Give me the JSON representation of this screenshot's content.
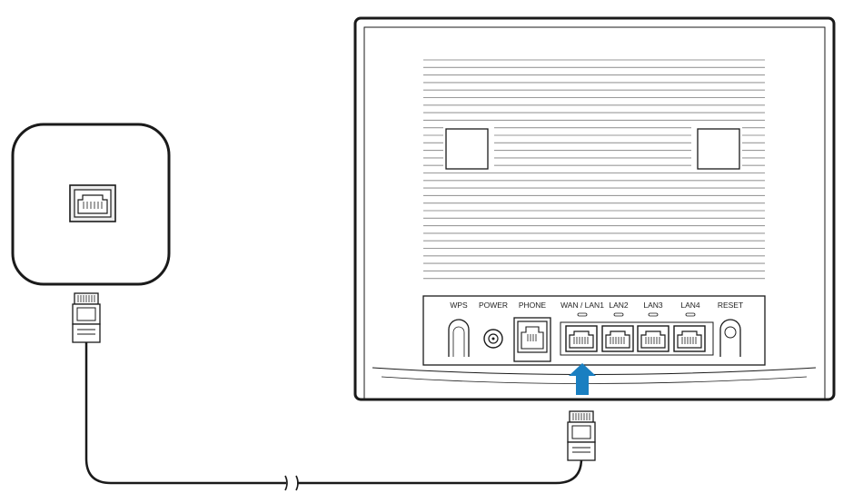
{
  "router": {
    "ports": [
      {
        "id": "wps",
        "label": "WPS"
      },
      {
        "id": "power",
        "label": "POWER"
      },
      {
        "id": "phone",
        "label": "PHONE"
      },
      {
        "id": "wan-lan1",
        "label": "WAN / LAN1"
      },
      {
        "id": "lan2",
        "label": "LAN2"
      },
      {
        "id": "lan3",
        "label": "LAN3"
      },
      {
        "id": "lan4",
        "label": "LAN4"
      },
      {
        "id": "reset",
        "label": "RESET"
      }
    ]
  },
  "colors": {
    "outline": "#1a1a1a",
    "arrow": "#1a7fc1",
    "vent": "#9a9a9a"
  },
  "icons": {
    "wall-socket": "ethernet-port-icon",
    "arrow": "arrow-up-icon",
    "cable-break": "cable-break-icon"
  }
}
